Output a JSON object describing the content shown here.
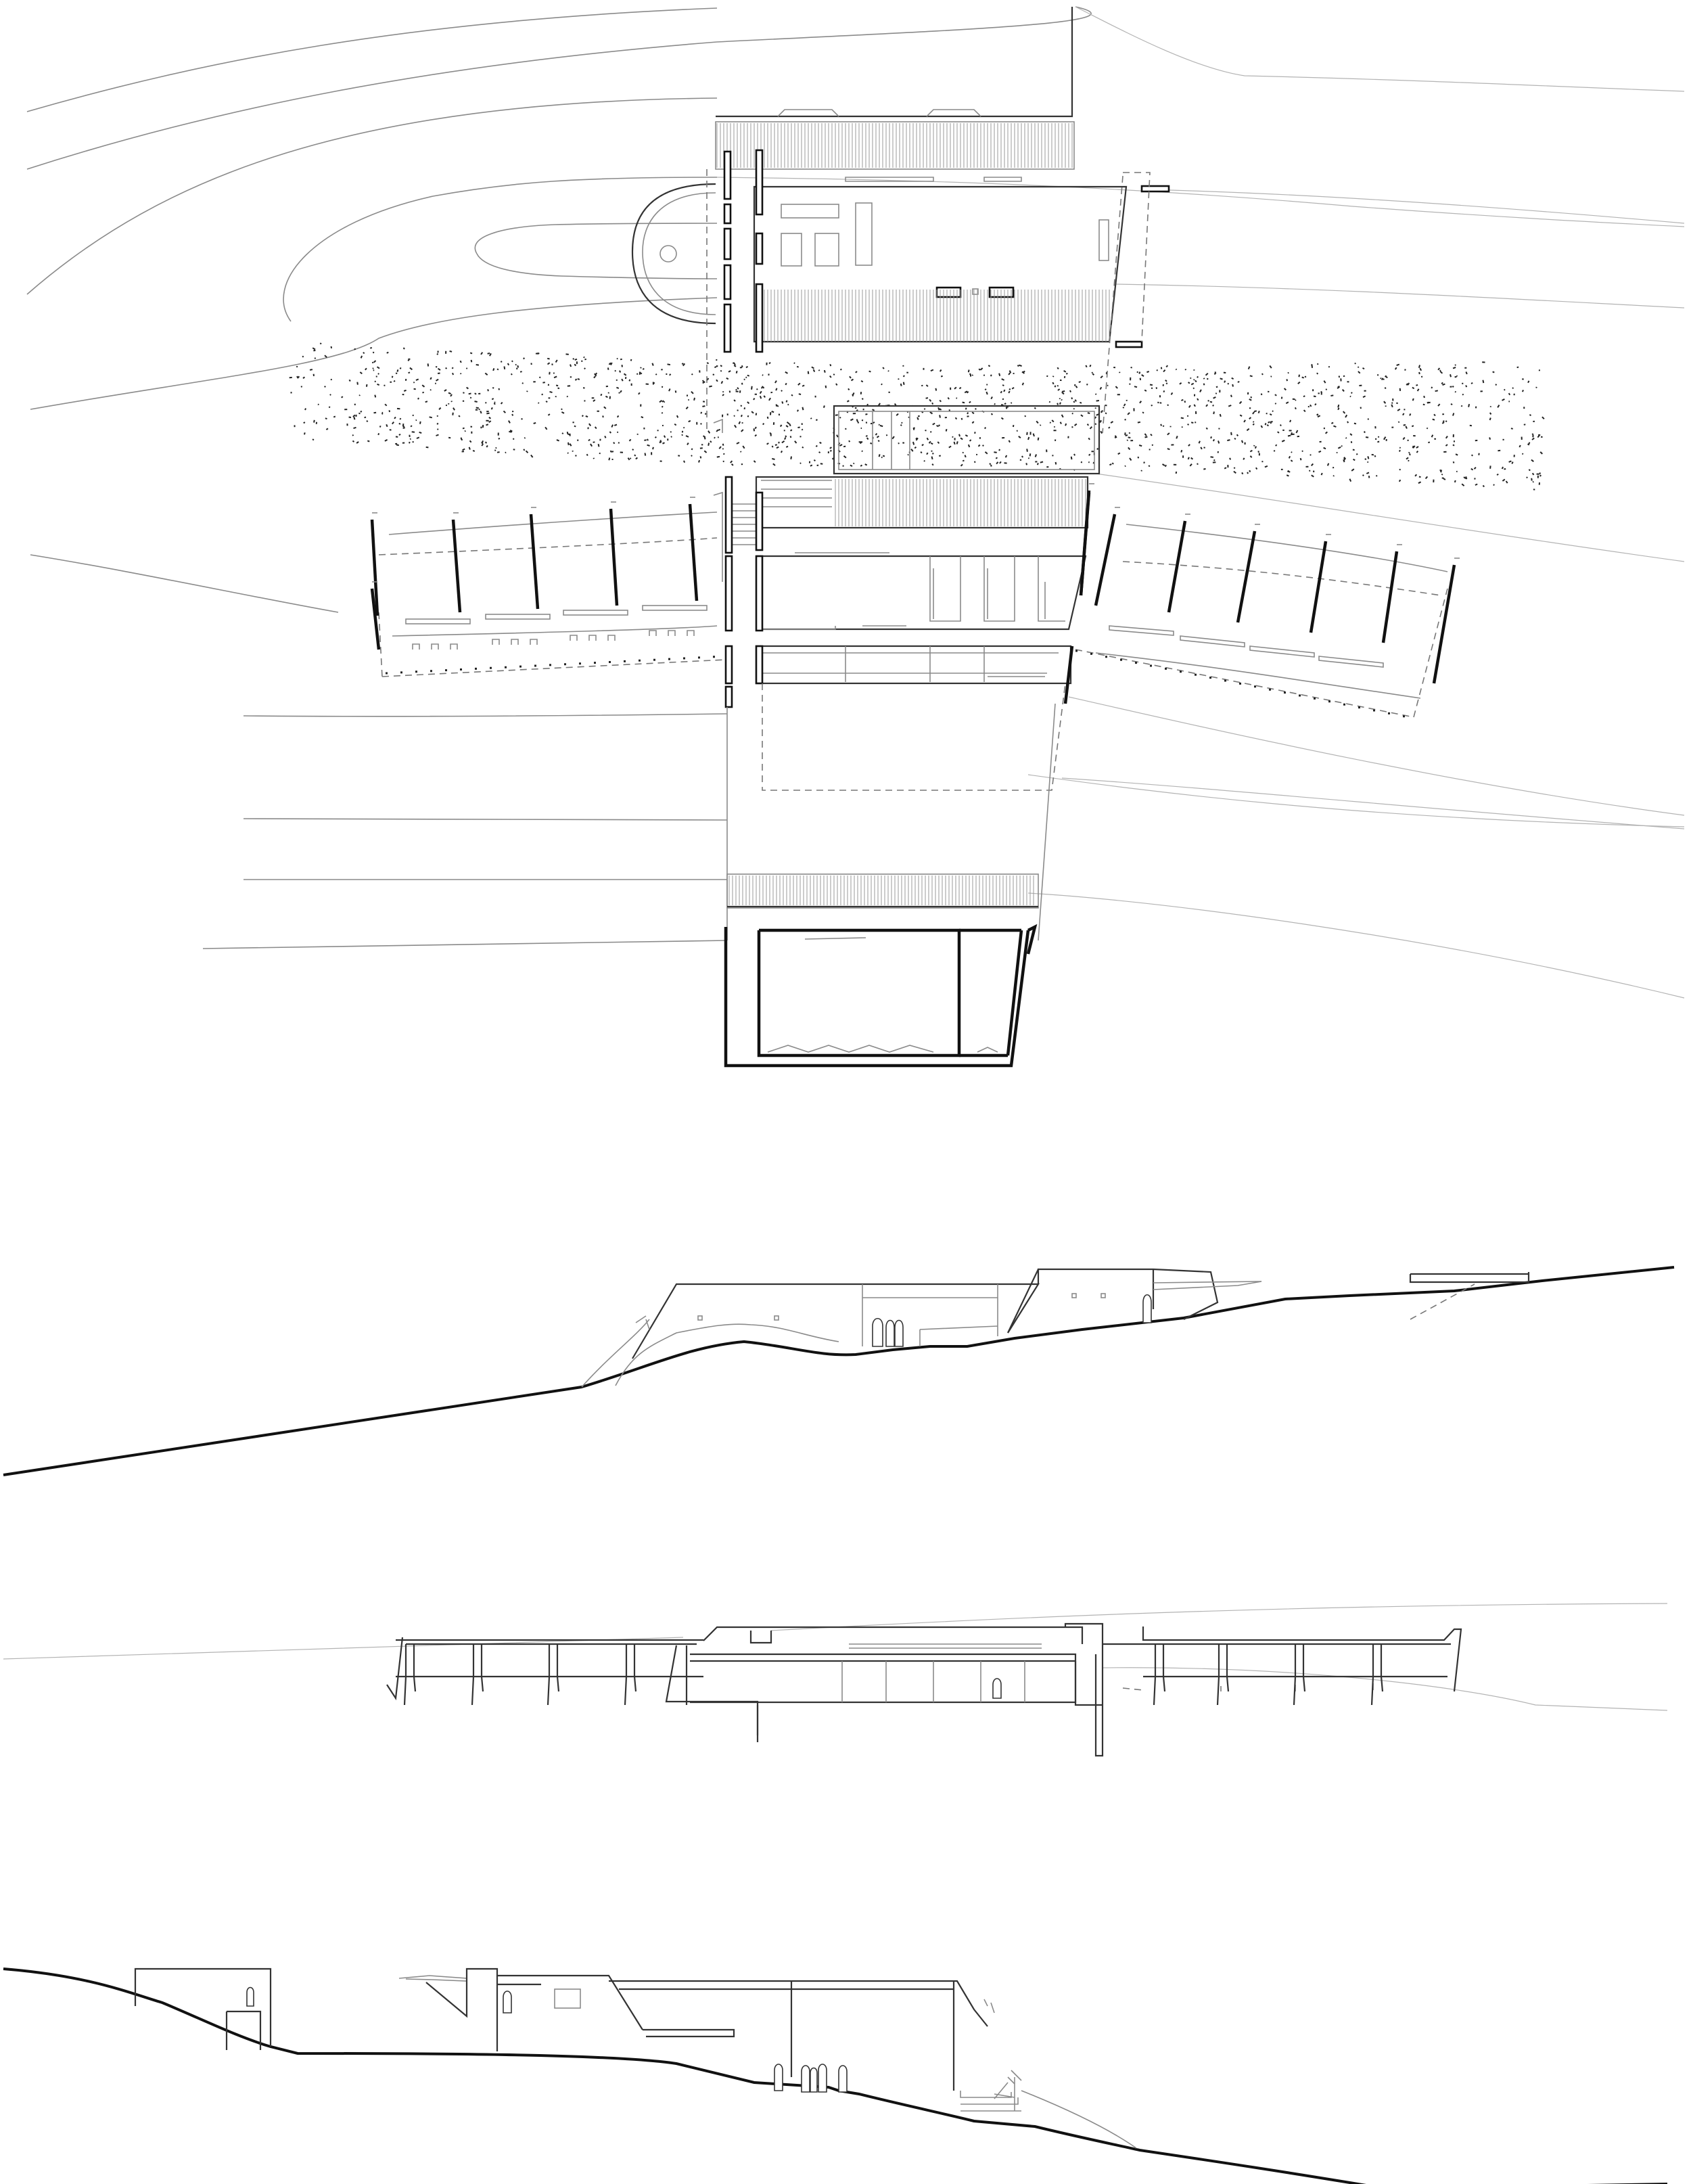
{
  "sheet": {
    "background": "#ffffff",
    "line_color": "#111111",
    "views": [
      {
        "kind": "site-plan",
        "components": [
          "north-house-volume",
          "central-walkway",
          "west-wing-bays",
          "east-wing-bays",
          "south-pavilion",
          "gravel-band",
          "contour-lines"
        ]
      },
      {
        "kind": "longitudinal-section",
        "components": [
          "sloping-ground-line",
          "north-volume",
          "central-hall",
          "figures"
        ]
      },
      {
        "kind": "cross-section",
        "components": [
          "west-wing-columns",
          "central-bridge",
          "east-wing-columns",
          "figure"
        ]
      },
      {
        "kind": "longitudinal-section",
        "components": [
          "sloping-ground-line",
          "entry-volume",
          "central-hall",
          "stair",
          "figures"
        ]
      }
    ]
  }
}
